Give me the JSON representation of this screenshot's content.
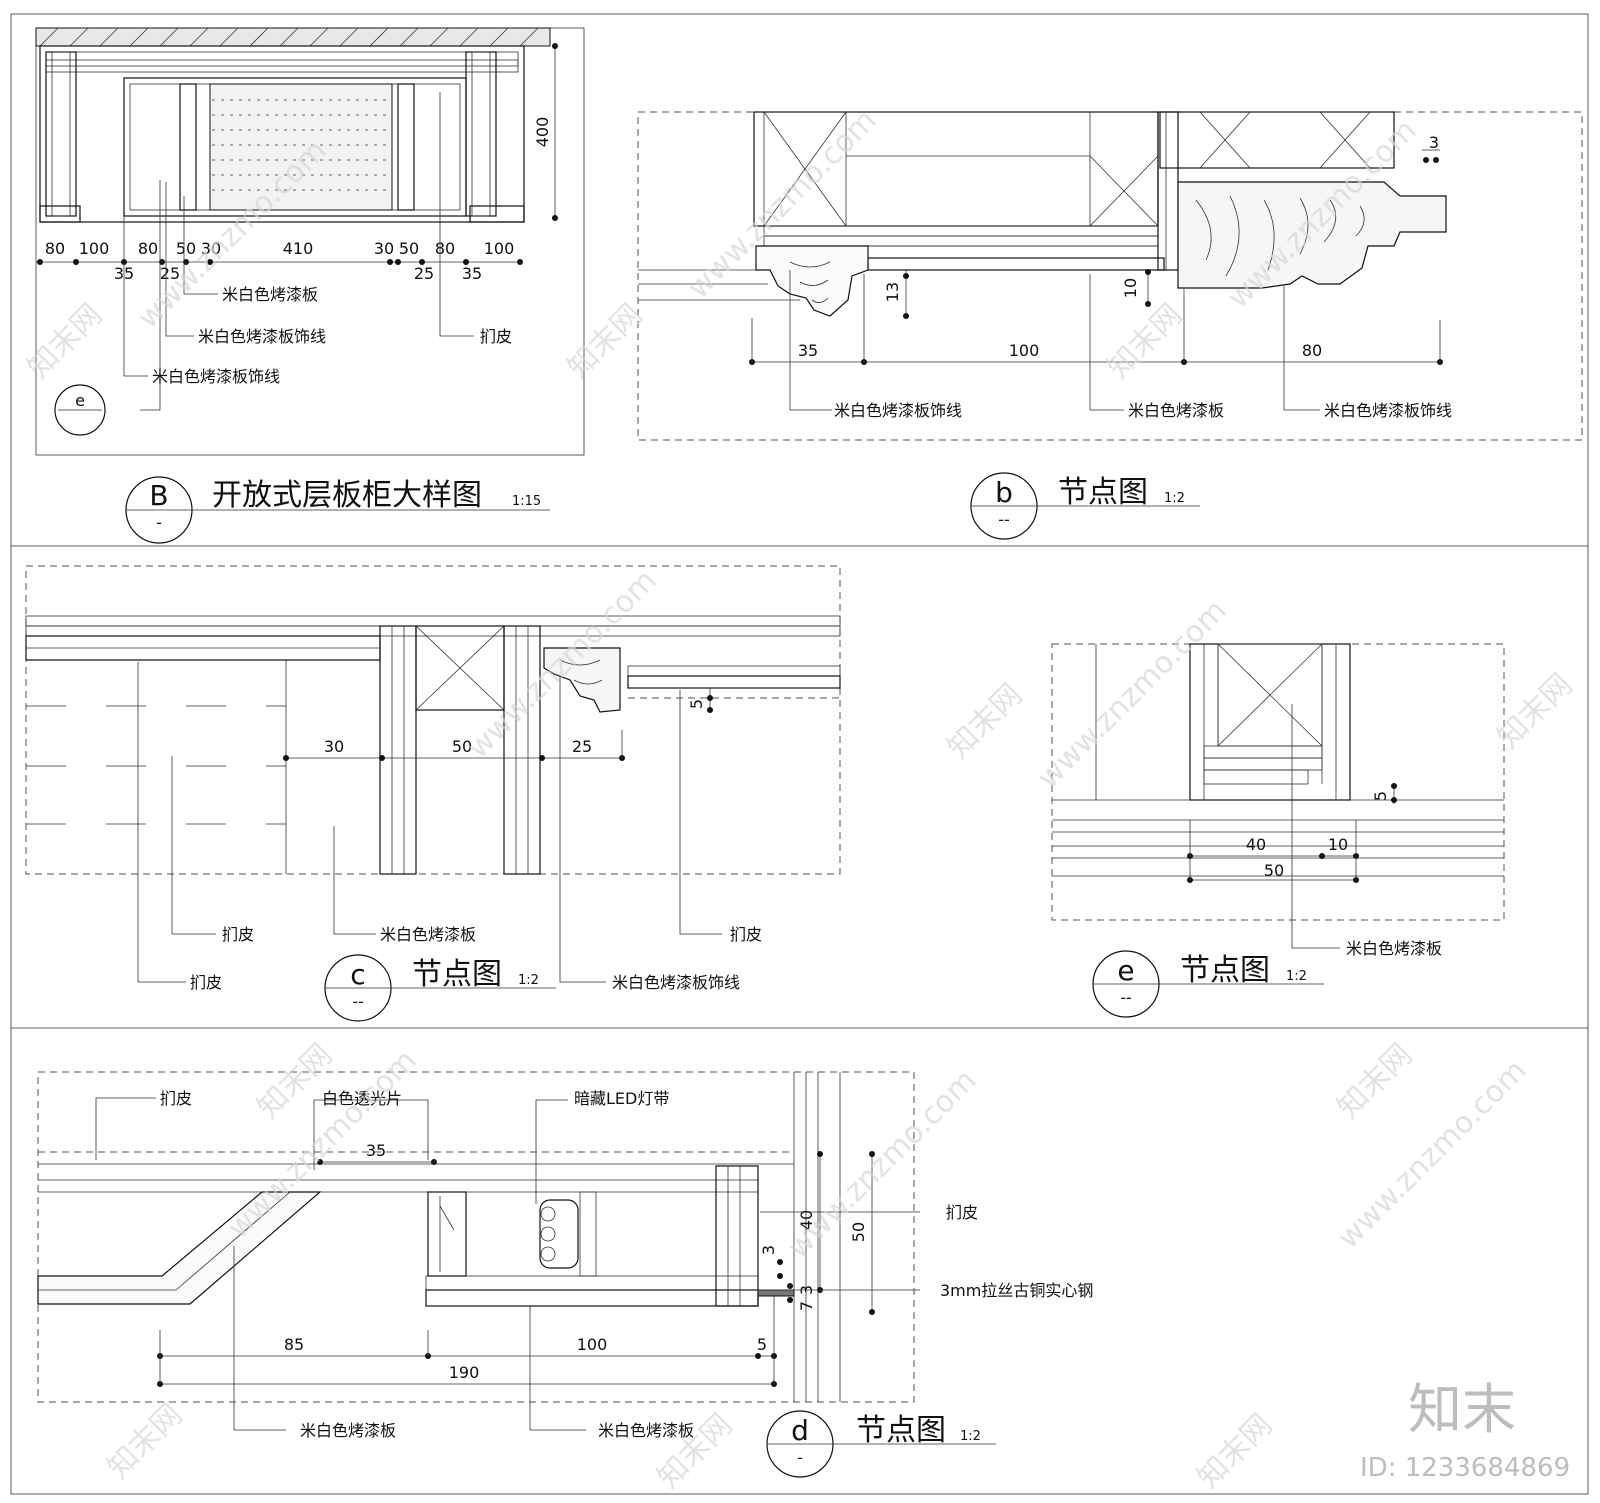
{
  "panels": {
    "B": {
      "badge": "B",
      "sub": "-",
      "title": "开放式层板柜大样图",
      "scale": "1:15",
      "dims_top": [
        "80",
        "100",
        "80",
        "50",
        "30",
        "410",
        "30",
        "50",
        "80",
        "100"
      ],
      "dims_bottom": [
        "35",
        "25",
        "25",
        "35"
      ],
      "height_dim": "400",
      "labels": [
        "米白色烤漆板",
        "米白色烤漆板饰线",
        "扪皮",
        "米白色烤漆板饰线"
      ],
      "callout": "e"
    },
    "b": {
      "badge": "b",
      "sub": "--",
      "title": "节点图",
      "scale": "1:2",
      "dims": [
        "35",
        "100",
        "80",
        "13",
        "10",
        "3"
      ],
      "labels": [
        "米白色烤漆板饰线",
        "米白色烤漆板",
        "米白色烤漆板饰线"
      ]
    },
    "c": {
      "badge": "c",
      "sub": "--",
      "title": "节点图",
      "scale": "1:2",
      "dims": [
        "30",
        "50",
        "25",
        "5"
      ],
      "labels": [
        "扪皮",
        "米白色烤漆板",
        "扪皮",
        "扪皮",
        "米白色烤漆板饰线"
      ]
    },
    "e": {
      "badge": "e",
      "sub": "--",
      "title": "节点图",
      "scale": "1:2",
      "dims": [
        "40",
        "10",
        "50",
        "5"
      ],
      "labels": [
        "米白色烤漆板"
      ]
    },
    "d": {
      "badge": "d",
      "sub": "-",
      "title": "节点图",
      "scale": "1:2",
      "dims": [
        "35",
        "85",
        "100",
        "5",
        "190",
        "40",
        "50",
        "3",
        "3",
        "7"
      ],
      "labels": [
        "扪皮",
        "白色透光片",
        "暗藏LED灯带",
        "扪皮",
        "3mm拉丝古铜实心钢",
        "米白色烤漆板",
        "米白色烤漆板"
      ]
    }
  },
  "watermark": {
    "site": "www.znzmo.com",
    "brand": "知末网",
    "logo": "知末",
    "id": "ID: 1233684869"
  }
}
